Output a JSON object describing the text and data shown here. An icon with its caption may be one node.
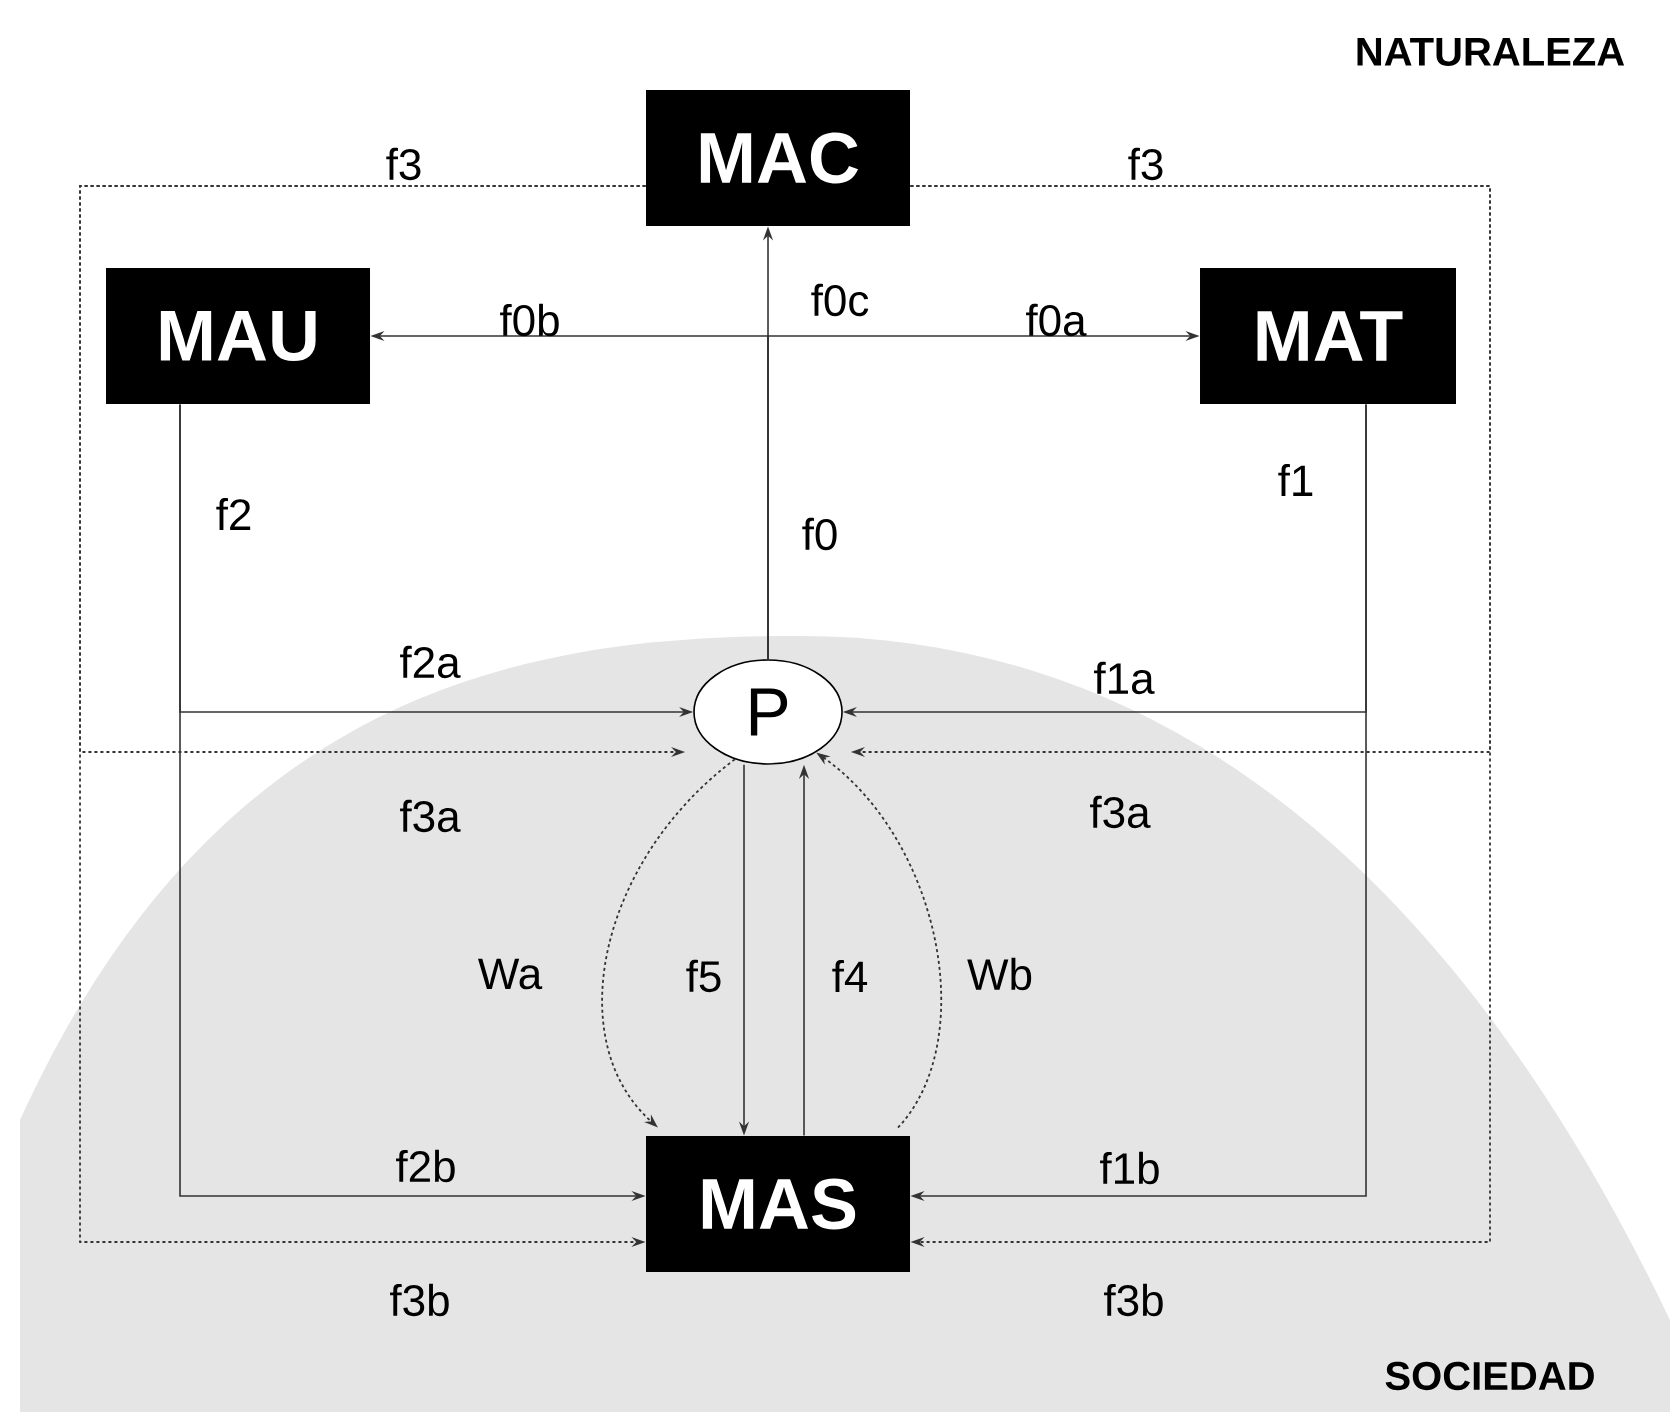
{
  "diagram": {
    "nodes": [
      {
        "text": [
          "MAC"
        ]
      },
      {
        "text": [
          "MAU"
        ]
      },
      {
        "text": [
          "MAT"
        ]
      },
      {
        "text": [
          "P"
        ]
      },
      {
        "text": [
          "MAS"
        ]
      }
    ],
    "edges": [
      {
        "from": 3,
        "to": 0,
        "arrow": "to",
        "label": "f0c"
      },
      {
        "from": 3,
        "to": 1,
        "arrow": "to",
        "label": "f0b"
      },
      {
        "from": 3,
        "to": 2,
        "arrow": "to",
        "label": "f0a"
      },
      {
        "from": 1,
        "to": 3,
        "arrow": "to",
        "label": "f2a"
      },
      {
        "from": 1,
        "to": 4,
        "arrow": "to",
        "label": "f2b"
      },
      {
        "from": 2,
        "to": 3,
        "arrow": "to",
        "label": "f1a"
      },
      {
        "from": 2,
        "to": 4,
        "arrow": "to",
        "label": "f1b"
      },
      {
        "from": 0,
        "to": 3,
        "arrow": "to",
        "label": "f3a",
        "style": "dashed"
      },
      {
        "from": 0,
        "to": 4,
        "arrow": "to",
        "label": "f3b",
        "style": "dashed"
      },
      {
        "from": 0,
        "to": 3,
        "arrow": "to",
        "label": "f3a",
        "style": "dashed"
      },
      {
        "from": 0,
        "to": 4,
        "arrow": "to",
        "label": "f3b",
        "style": "dashed"
      },
      {
        "from": 3,
        "to": 4,
        "arrow": "to",
        "label": "f5"
      },
      {
        "from": 4,
        "to": 3,
        "arrow": "to",
        "label": "f4"
      },
      {
        "from": 3,
        "to": 4,
        "arrow": "to",
        "label": "Wa",
        "style": "dashed"
      },
      {
        "from": 4,
        "to": 3,
        "arrow": "to",
        "label": "Wb",
        "style": "dashed"
      }
    ],
    "labels": [
      "NATURALEZA",
      "f3",
      "f3",
      "f2",
      "f0",
      "f1",
      "SOCIEDAD"
    ]
  }
}
